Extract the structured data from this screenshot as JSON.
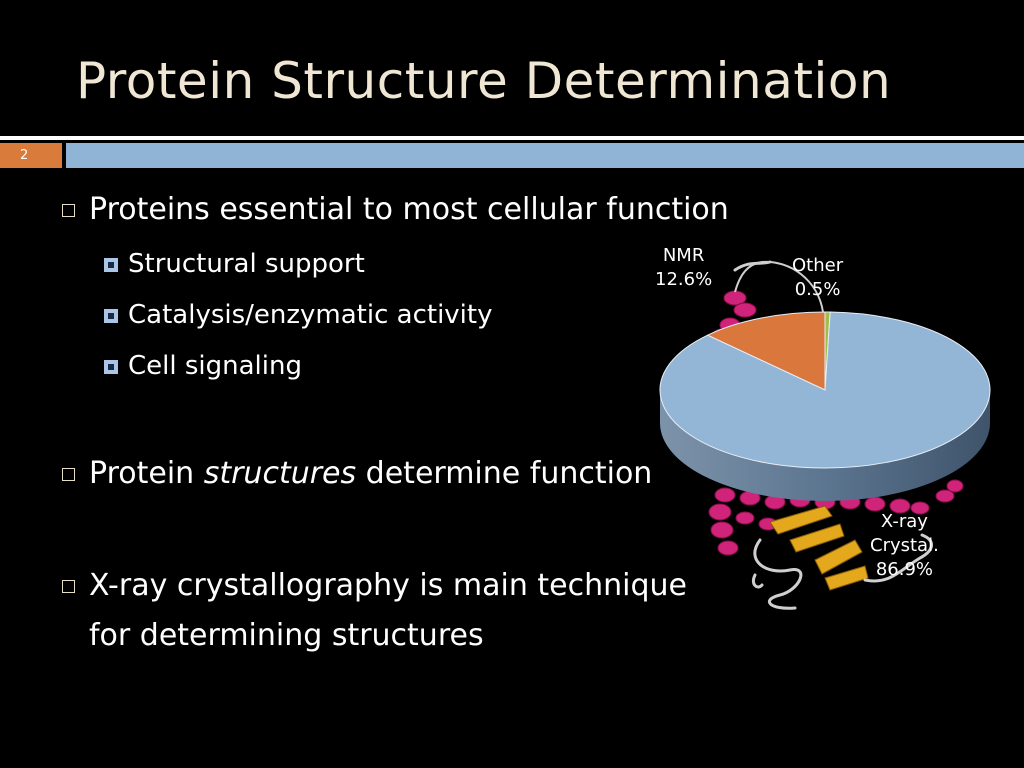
{
  "slide": {
    "title": "Protein Structure Determination",
    "page_number": "2"
  },
  "bullets": [
    {
      "text": "Proteins essential to most cellular function"
    },
    {
      "text": "Structural support"
    },
    {
      "text": "Catalysis/enzymatic activity"
    },
    {
      "text": "Cell signaling"
    },
    {
      "text_before": "Protein ",
      "text_italic": "structures",
      "text_after": " determine function"
    },
    {
      "line1": "X-ray crystallography is main technique",
      "line2": "for determining structures"
    }
  ],
  "colors": {
    "title": "#f0e6d4",
    "accent_orange": "#d97b3a",
    "accent_blue": "#8fb4d6"
  },
  "chart_data": {
    "type": "pie",
    "labels": [
      "X-ray Crystal.",
      "NMR",
      "Other"
    ],
    "values": [
      86.9,
      12.6,
      0.5
    ],
    "value_labels": [
      "86.9%",
      "12.6%",
      "0.5%"
    ],
    "label_lines": {
      "xray": [
        "X-ray",
        "Crystal.",
        "86.9%"
      ],
      "nmr": [
        "NMR",
        "12.6%"
      ],
      "other": [
        "Other",
        "0.5%"
      ]
    },
    "colors": [
      "#94b6d6",
      "#d9773d",
      "#9fbf4a"
    ],
    "style": "3d"
  }
}
